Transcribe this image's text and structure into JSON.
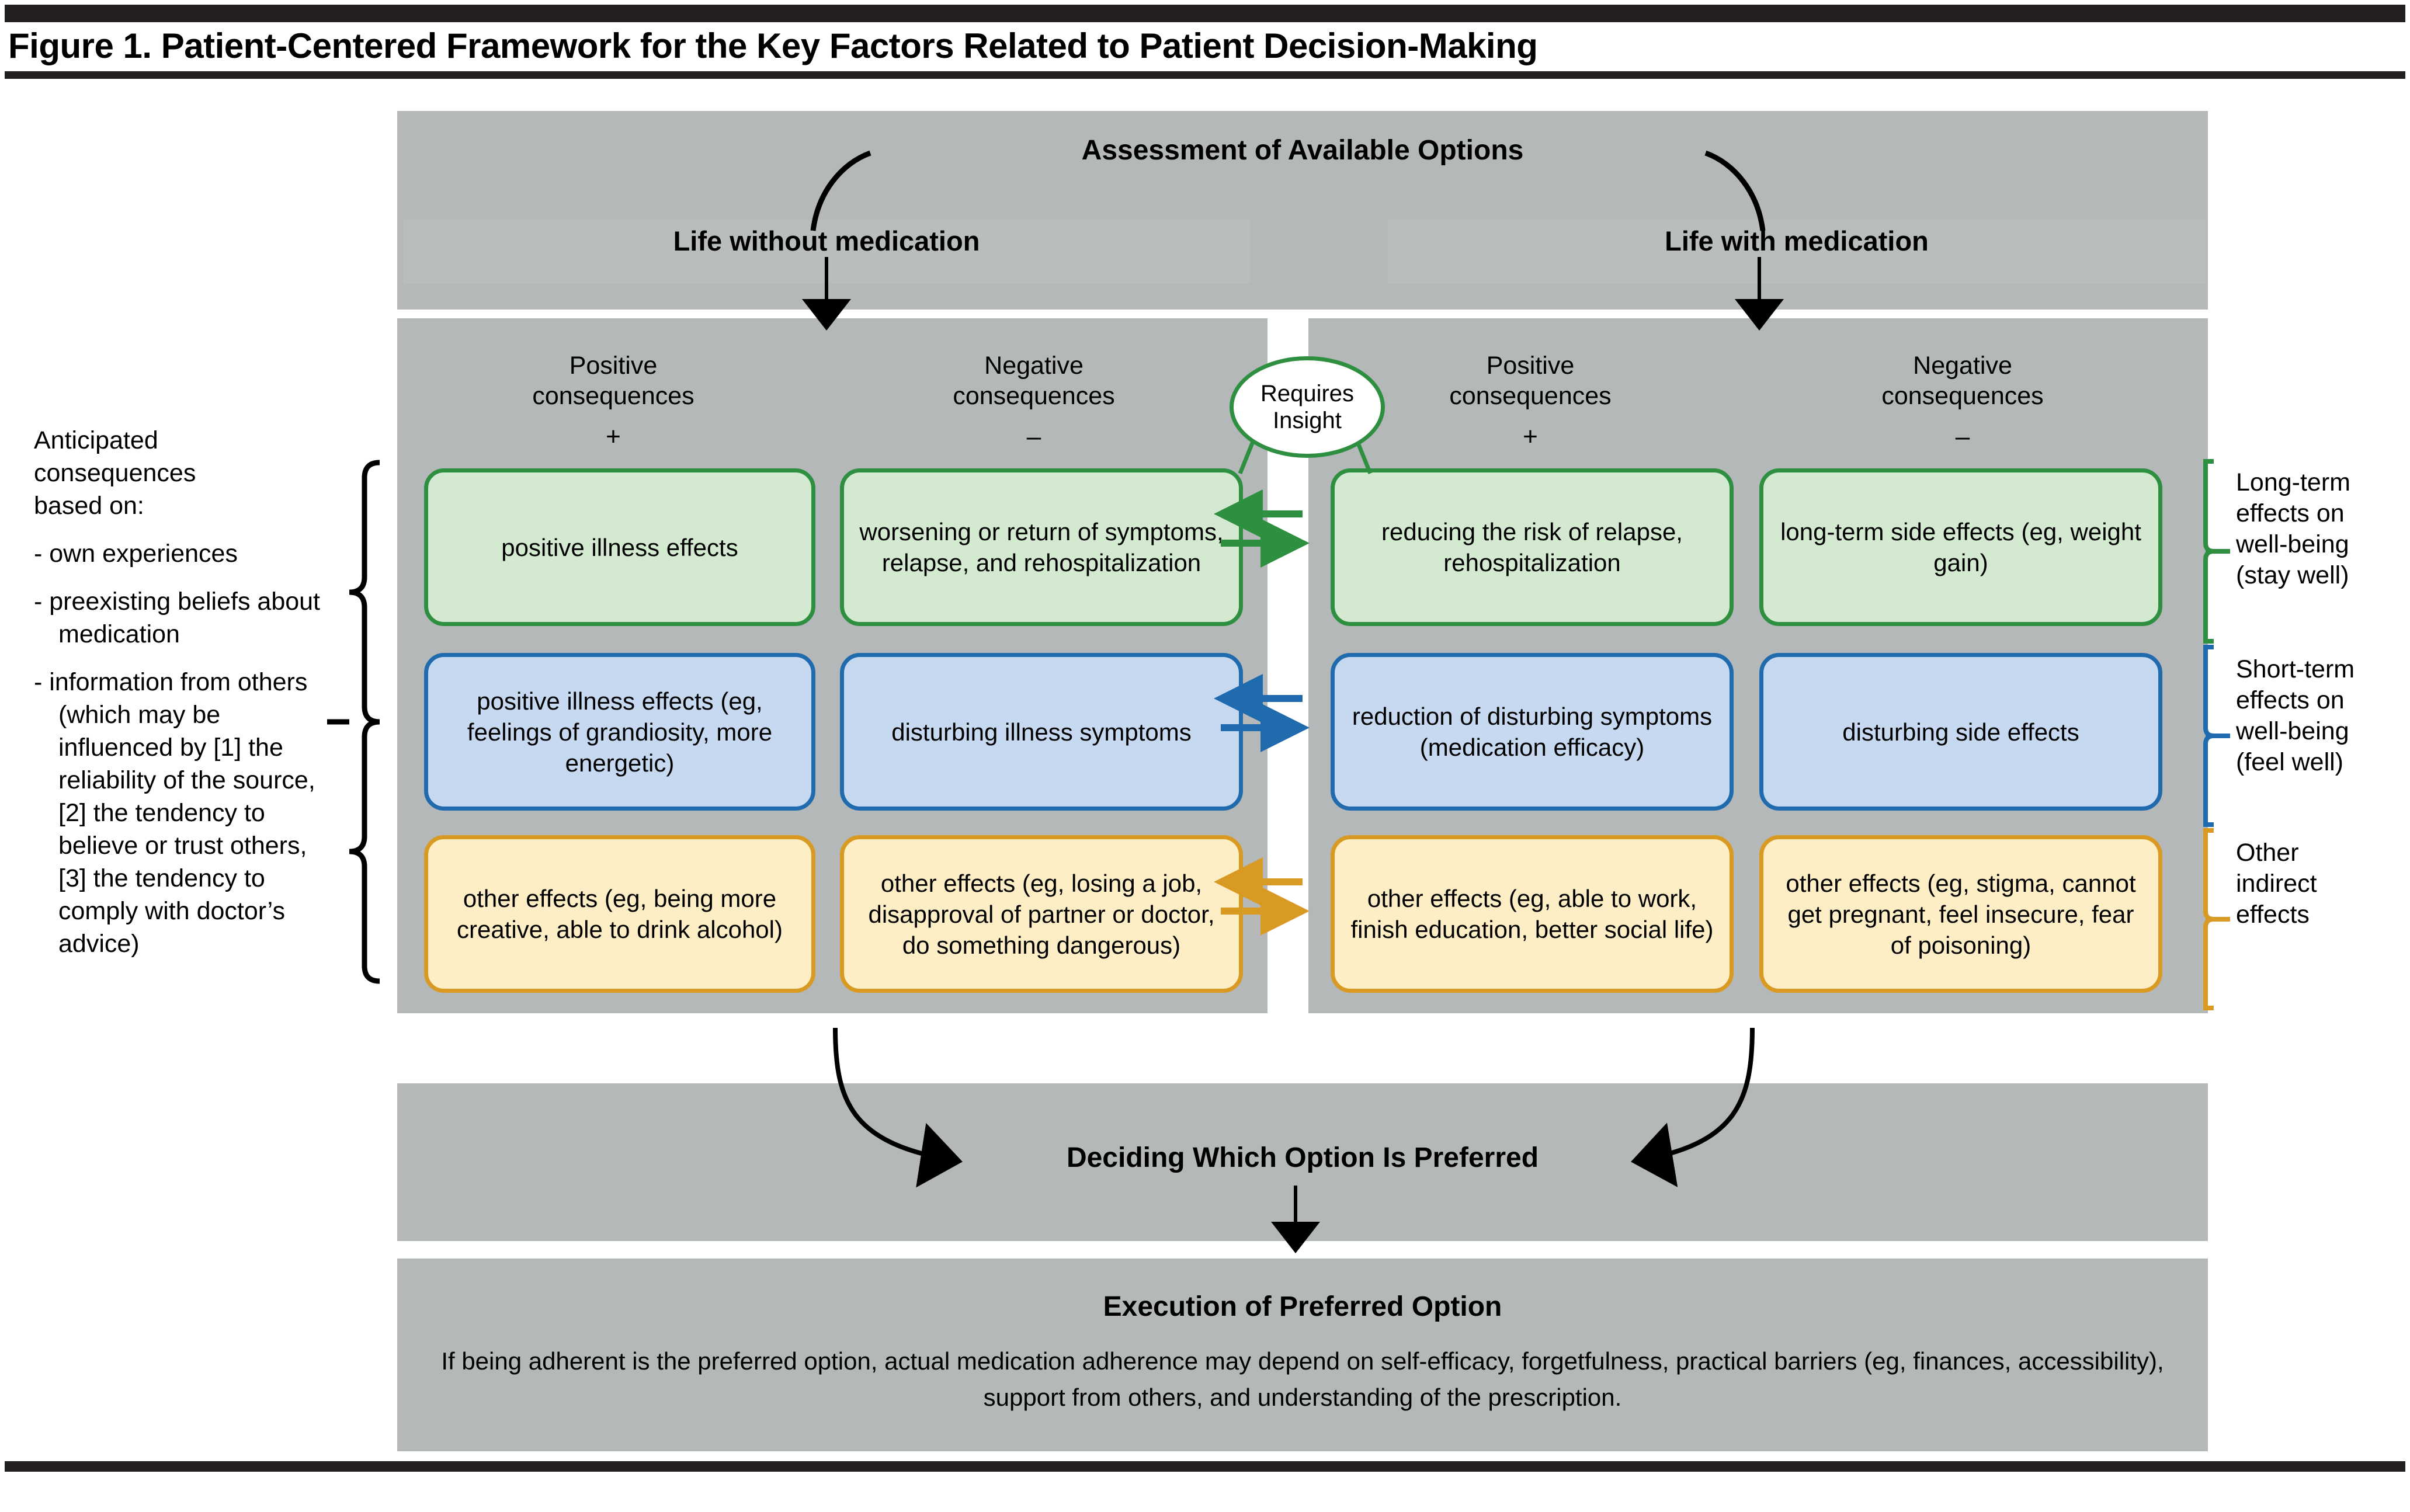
{
  "figure": {
    "title": "Figure 1. Patient-Centered Framework for the Key Factors Related to Patient Decision-Making"
  },
  "top": {
    "assessment_label": "Assessment of Available Options",
    "life_without": "Life without medication",
    "life_with": "Life with medication"
  },
  "insight": {
    "line1": "Requires",
    "line2": "Insight"
  },
  "columns": {
    "left_positive": {
      "line1": "Positive",
      "line2": "consequences",
      "sign": "+"
    },
    "left_negative": {
      "line1": "Negative",
      "line2": "consequences",
      "sign": "–"
    },
    "right_positive": {
      "line1": "Positive",
      "line2": "consequences",
      "sign": "+"
    },
    "right_negative": {
      "line1": "Negative",
      "line2": "consequences",
      "sign": "–"
    }
  },
  "rows": [
    {
      "id": "long-term",
      "color": "#2f8f40",
      "fill": "#d3ead0",
      "legend": "Long-term effects on well-being (stay well)",
      "cells": {
        "left_positive": "positive illness effects",
        "left_negative": "worsening or return of symptoms, relapse, and rehospitalization",
        "right_positive": "reducing the risk of relapse, rehospitalization",
        "right_negative": "long-term side effects (eg, weight gain)"
      }
    },
    {
      "id": "short-term",
      "color": "#1f6bad",
      "fill": "#c6d9f1",
      "legend": "Short-term effects on well-being (feel well)",
      "cells": {
        "left_positive": "positive illness effects (eg, feelings of grandiosity, more energetic)",
        "left_negative": "disturbing illness symptoms",
        "right_positive": "reduction of disturbing symptoms (medication efficacy)",
        "right_negative": "disturbing side effects"
      }
    },
    {
      "id": "other-indirect",
      "color": "#d89a23",
      "fill": "#fdeec5",
      "legend": "Other indirect effects",
      "cells": {
        "left_positive": "other effects (eg, being more creative, able to drink alcohol)",
        "left_negative": "other effects (eg, losing a job, disapproval of partner or doctor, do something dangerous)",
        "right_positive": "other effects (eg, able to work, finish education, better social life)",
        "right_negative": "other effects (eg, stigma, cannot get pregnant, feel insecure, fear of poisoning)"
      }
    }
  ],
  "legend_right": {
    "long_term": [
      "Long-term",
      "effects on",
      "well-being",
      "(stay well)"
    ],
    "short_term": [
      "Short-term",
      "effects on",
      "well-being",
      "(feel well)"
    ],
    "other": [
      "Other",
      "indirect",
      "effects"
    ]
  },
  "left_note": {
    "heading": [
      "Anticipated",
      "consequences",
      "based on:"
    ],
    "bullets": [
      "- own experiences",
      "- preexisting beliefs about medication",
      "- information from others (which may be influenced by [1] the reliability of the source, [2] the tendency to believe or trust others, [3] the tendency to comply with doctor’s advice)"
    ]
  },
  "bottom": {
    "decide_label": "Deciding Which Option Is Preferred",
    "exec_label": "Execution of Preferred Option",
    "exec_body": "If being adherent is the preferred option, actual medication adherence may depend on self-efficacy, forgetfulness, practical barriers (eg, finances, accessibility), support from others, and understanding of the prescription."
  },
  "colors": {
    "band_gray": "#b4b8b9",
    "band_gray_light": "#b9bdbe",
    "green": "#2f8f40",
    "blue": "#1f6bad",
    "gold": "#d89a23",
    "rule_black": "#231f20"
  }
}
